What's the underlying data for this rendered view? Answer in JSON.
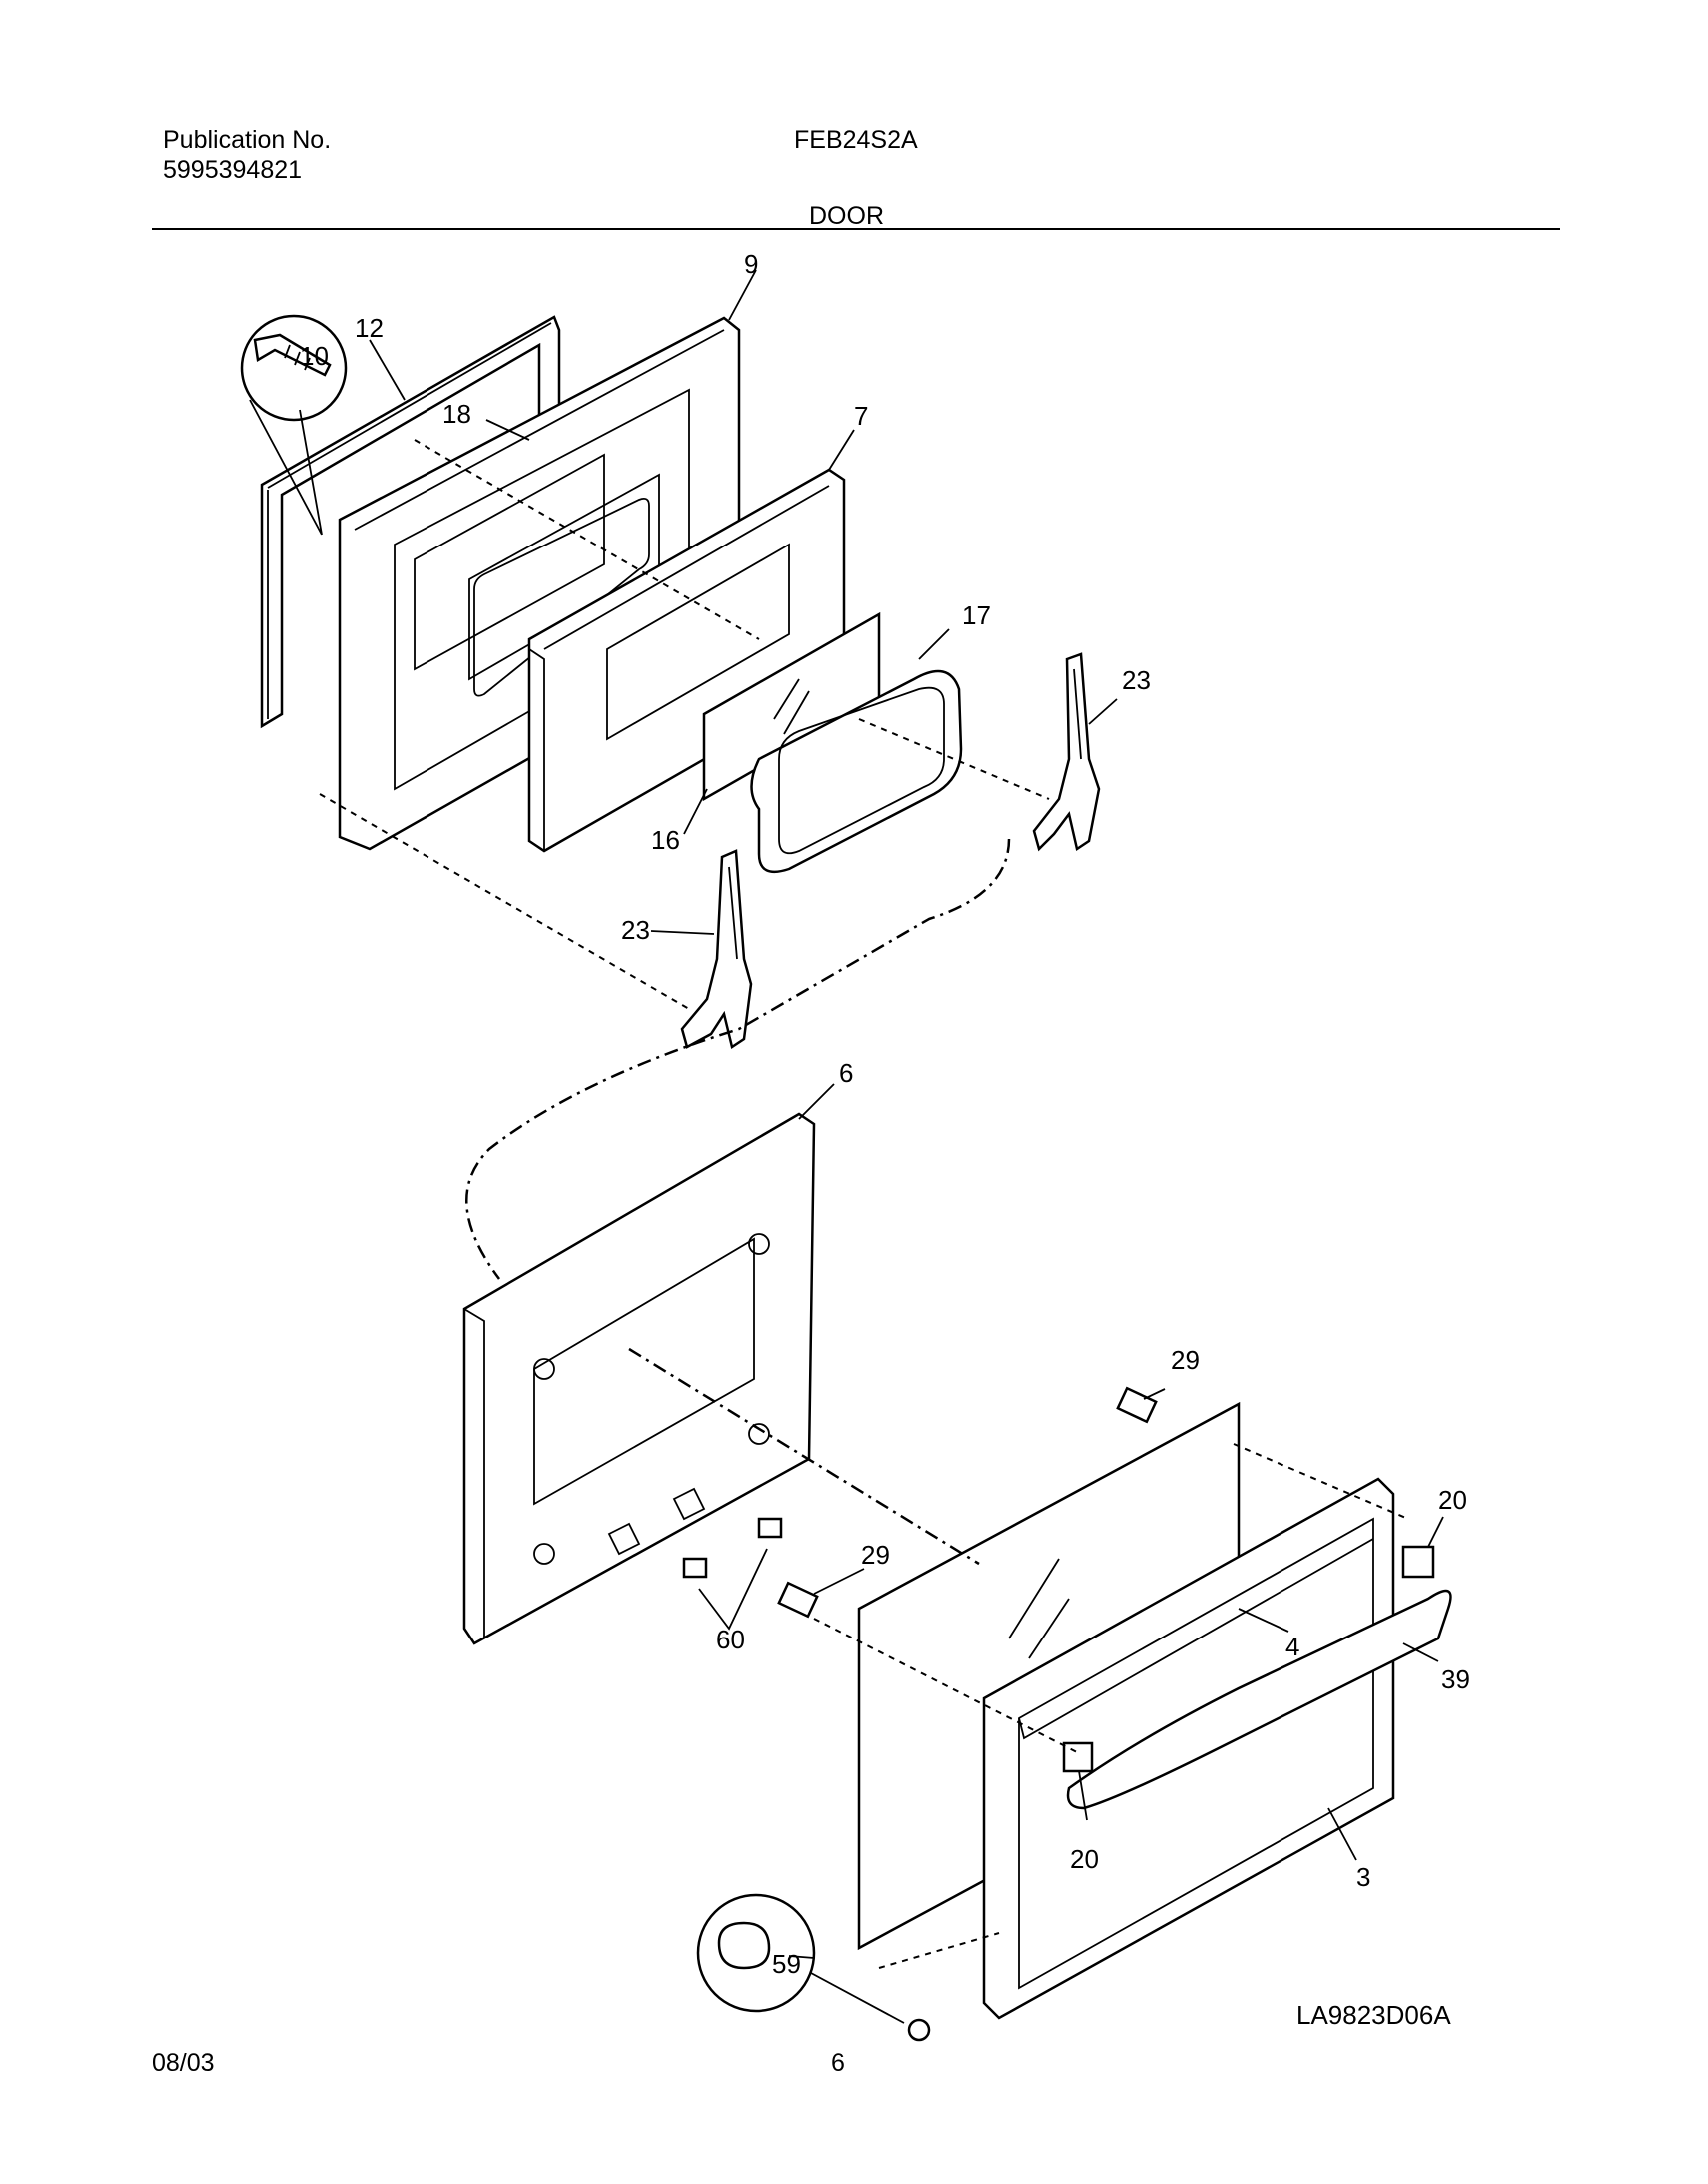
{
  "header": {
    "publication_label": "Publication No.",
    "publication_number": "5995394821",
    "model": "FEB24S2A",
    "section": "DOOR"
  },
  "footer": {
    "date": "08/03",
    "page": "6"
  },
  "diagram_code": "LA9823D06A",
  "callouts": {
    "c9": "9",
    "c12": "12",
    "c10": "10",
    "c7": "7",
    "c18": "18",
    "c17": "17",
    "c23a": "23",
    "c16": "16",
    "c23b": "23",
    "c6": "6",
    "c29a": "29",
    "c20a": "20",
    "c29b": "29",
    "c60": "60",
    "c4": "4",
    "c39": "39",
    "c20b": "20",
    "c3": "3",
    "c59": "59"
  }
}
